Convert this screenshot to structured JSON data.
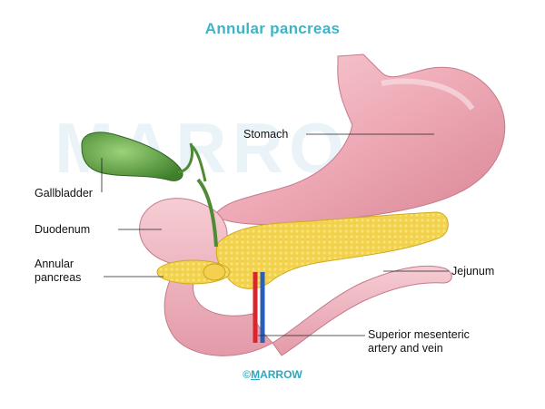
{
  "title": "Annular pancreas",
  "watermark": "MARROW",
  "labels": {
    "stomach": "Stomach",
    "gallbladder": "Gallbladder",
    "duodenum": "Duodenum",
    "annular_line1": "Annular",
    "annular_line2": "pancreas",
    "jejunum": "Jejunum",
    "sma_line1": "Superior mesenteric",
    "sma_line2": "artery and vein"
  },
  "footer": {
    "symbol": "©",
    "brand_first": "M",
    "brand_rest": "ARROW"
  },
  "colors": {
    "title": "#3fb4c6",
    "stomach": "#f0b9c3",
    "pancreas": "#f3d64a",
    "gallbladder": "#5d9b3f",
    "artery": "#d8262c",
    "vein": "#2a5fb8"
  }
}
